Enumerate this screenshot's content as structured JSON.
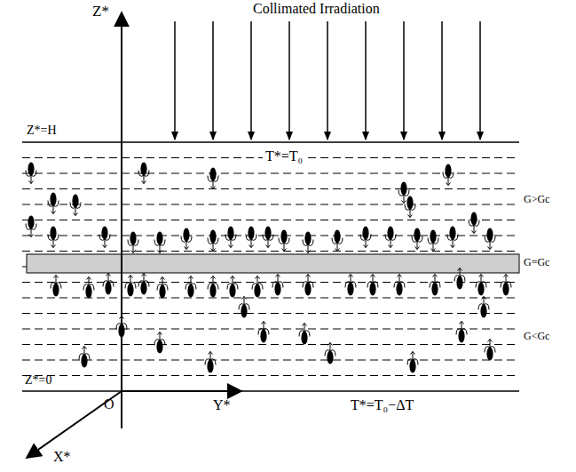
{
  "diagram": {
    "title": "Collimated Irradiation",
    "labels": [
      "Z*",
      "Z*=H",
      "T*=T₀",
      "G>Gc",
      "G=Gc",
      "G<Gc",
      "Z*=0",
      "O",
      "Y*",
      "T*=T₀−ΔT",
      "X*"
    ]
  }
}
